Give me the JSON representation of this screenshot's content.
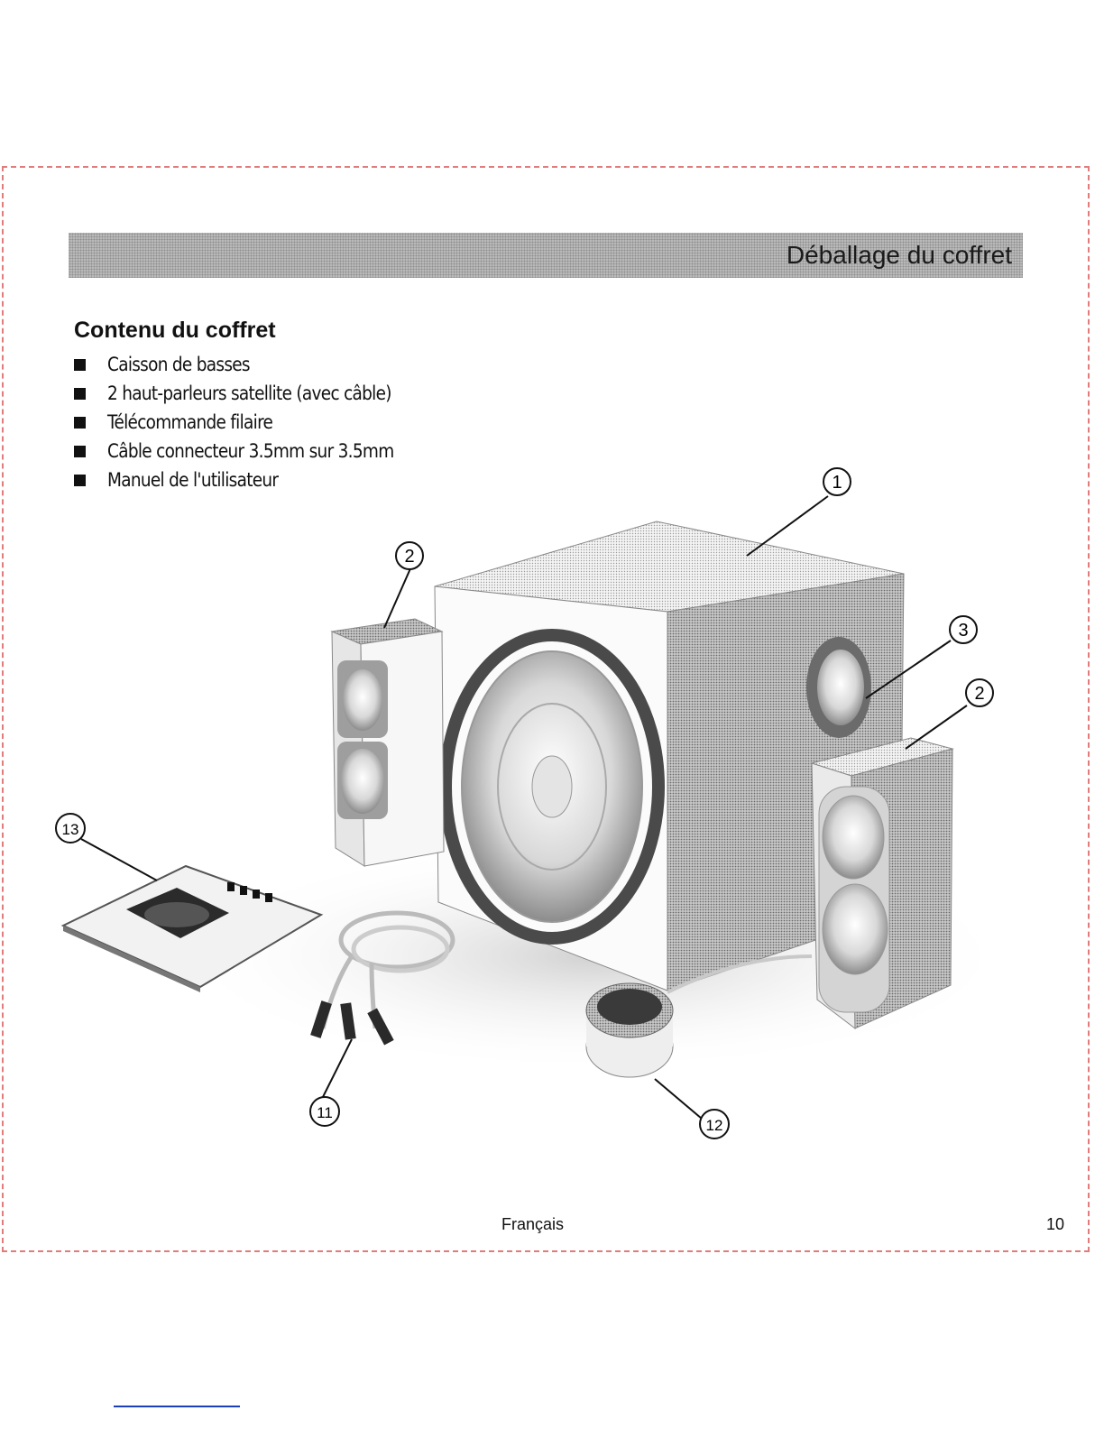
{
  "header": {
    "section_title": "Déballage du coffret"
  },
  "contents": {
    "heading": "Contenu du coffret",
    "items": [
      "Caisson de basses",
      "2 haut-parleurs satellite (avec câble)",
      "Télécommande filaire",
      "Câble connecteur 3.5mm sur 3.5mm",
      "Manuel de l'utilisateur"
    ]
  },
  "illustration": {
    "callouts": [
      "1",
      "2",
      "3",
      "2",
      "13",
      "11",
      "12"
    ]
  },
  "footer": {
    "language": "Français",
    "page_number": "10"
  }
}
